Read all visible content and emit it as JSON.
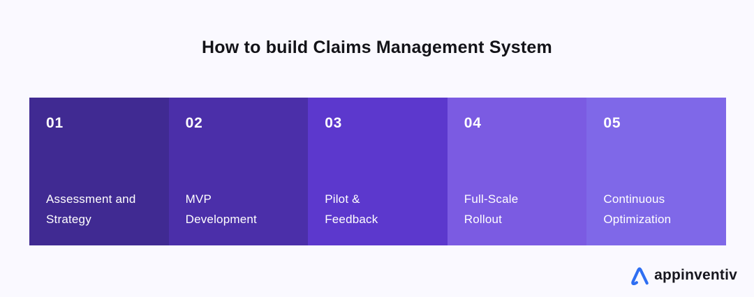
{
  "title": "How to build Claims Management System",
  "steps": [
    {
      "number": "01",
      "label": "Assessment and Strategy",
      "lines": [
        "Assessment and",
        "Strategy"
      ],
      "color": "#402A92"
    },
    {
      "number": "02",
      "label": "MVP Development",
      "lines": [
        "MVP",
        "Development"
      ],
      "color": "#4B2FA9"
    },
    {
      "number": "03",
      "label": "Pilot & Feedback",
      "lines": [
        "Pilot &",
        "Feedback"
      ],
      "color": "#5C38CD"
    },
    {
      "number": "04",
      "label": "Full-Scale Rollout",
      "lines": [
        "Full-Scale",
        "Rollout"
      ],
      "color": "#7B5BE2"
    },
    {
      "number": "05",
      "label": "Continuous Optimization",
      "lines": [
        "Continuous",
        "Optimization"
      ],
      "color": "#7F68E8"
    }
  ],
  "logo": {
    "text": "appinventiv",
    "icon": "appinventiv-a-icon",
    "icon_color": "#2E6EF2",
    "text_color": "#17171E"
  },
  "colors": {
    "background": "#FAF9FF",
    "title_text": "#131318",
    "step_text": "#FFFFFF"
  }
}
